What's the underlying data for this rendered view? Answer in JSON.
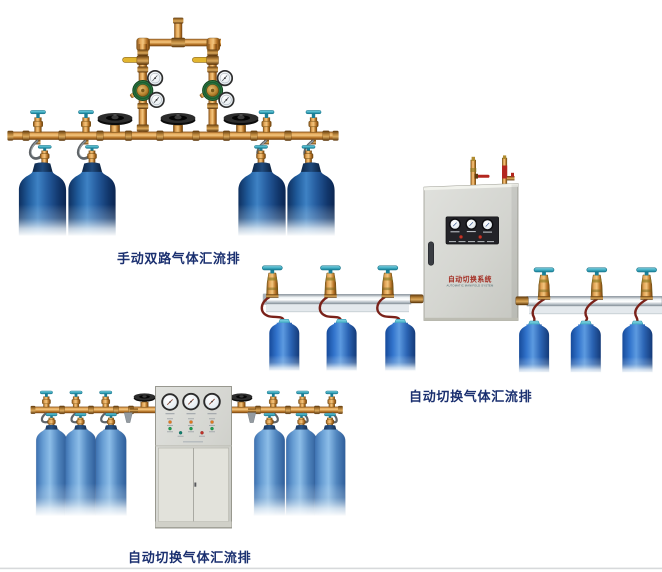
{
  "page": {
    "background": "#ffffff",
    "divider_color": "#d7d9db"
  },
  "products": [
    {
      "id": "manual-dual-manifold",
      "caption": "手动双路气体汇流排",
      "cylinder_count": 4,
      "cylinder_color": "#1c4f8d",
      "pipe_color": "#c07a2e"
    },
    {
      "id": "auto-switch-wall-manifold",
      "caption": "自动切换气体汇流排",
      "cabinet_label_cn": "自动切换系统",
      "cabinet_label_en": "AUTOMATIC MANIFOLD SYSTEM",
      "cylinder_count": 6,
      "cylinder_color": "#2a62b5",
      "pipe_color": "#c3ccd3",
      "gauge_count": 3
    },
    {
      "id": "auto-switch-floor-manifold",
      "caption": "自动切换气体汇流排",
      "cylinder_count": 6,
      "cylinder_color": "#5b8fc7",
      "pipe_color": "#c07a2e",
      "gauge_count": 3
    }
  ],
  "colors": {
    "caption_text": "#1b3070",
    "brass": "#c07a2e",
    "teal_handle": "#49b6c9",
    "black_wheel": "#161616",
    "regulator_green": "#2e7a45",
    "hose_grey": "#5f6468",
    "hose_maroon": "#7a221a",
    "cabinet_grey": "#dddcd4",
    "panel_black": "#232328",
    "label_red": "#a32b20"
  }
}
